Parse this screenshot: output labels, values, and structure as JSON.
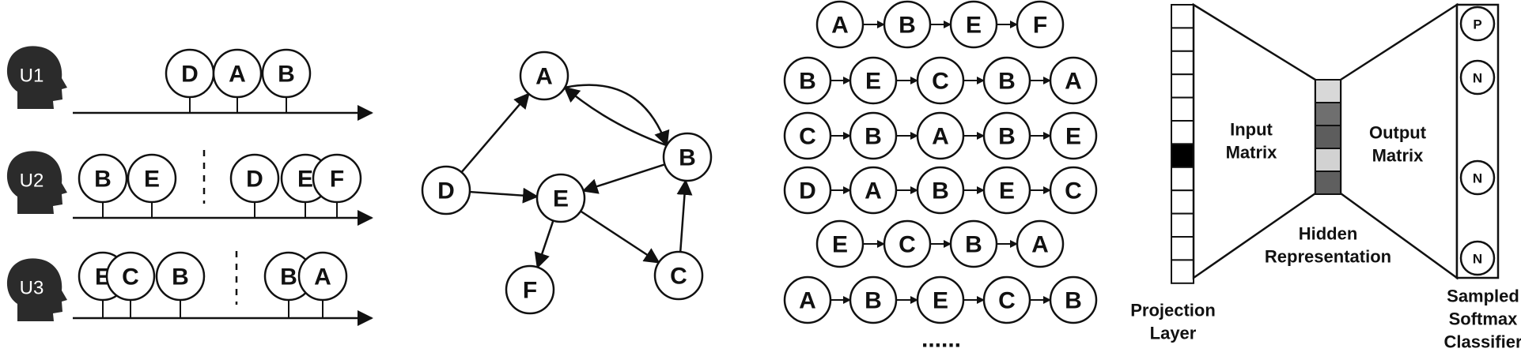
{
  "timelines": {
    "rows": [
      {
        "user": "U1",
        "groups": [
          [
            "D",
            "A",
            "B"
          ]
        ]
      },
      {
        "user": "U2",
        "groups": [
          [
            "B",
            "E"
          ],
          [
            "D",
            "E",
            "F"
          ]
        ]
      },
      {
        "user": "U3",
        "groups": [
          [
            "E",
            "C",
            "B"
          ],
          [
            "B",
            "A"
          ]
        ]
      }
    ]
  },
  "graph": {
    "nodes": [
      "A",
      "B",
      "C",
      "D",
      "E",
      "F"
    ],
    "edges": [
      [
        "A",
        "B"
      ],
      [
        "B",
        "A"
      ],
      [
        "D",
        "A"
      ],
      [
        "D",
        "E"
      ],
      [
        "B",
        "E"
      ],
      [
        "E",
        "F"
      ],
      [
        "E",
        "C"
      ],
      [
        "C",
        "B"
      ]
    ]
  },
  "walks": {
    "sequences": [
      [
        "A",
        "B",
        "E",
        "F"
      ],
      [
        "B",
        "E",
        "C",
        "B",
        "A"
      ],
      [
        "C",
        "B",
        "A",
        "B",
        "E"
      ],
      [
        "D",
        "A",
        "B",
        "E",
        "C"
      ],
      [
        "E",
        "C",
        "B",
        "A"
      ],
      [
        "A",
        "B",
        "E",
        "C",
        "B"
      ]
    ],
    "ellipsis": "......"
  },
  "model": {
    "projection_label": [
      "Projection",
      "Layer"
    ],
    "input_label": [
      "Input",
      "Matrix"
    ],
    "output_label": [
      "Output",
      "Matrix"
    ],
    "hidden_label": [
      "Hidden",
      "Representation"
    ],
    "softmax_label": [
      "Sampled",
      "Softmax",
      "Classifier"
    ],
    "output_nodes": [
      "P",
      "N",
      "N",
      "N"
    ],
    "active_projection_cell": 6,
    "projection_cells": 12,
    "hidden_shades": [
      "#d8d8d8",
      "#6f6f6f",
      "#5d5d5d",
      "#d2d2d2",
      "#5f5f5f"
    ]
  },
  "colors": {
    "stroke": "#111111",
    "background": "#ffffff",
    "head": "#2b2b2b"
  }
}
